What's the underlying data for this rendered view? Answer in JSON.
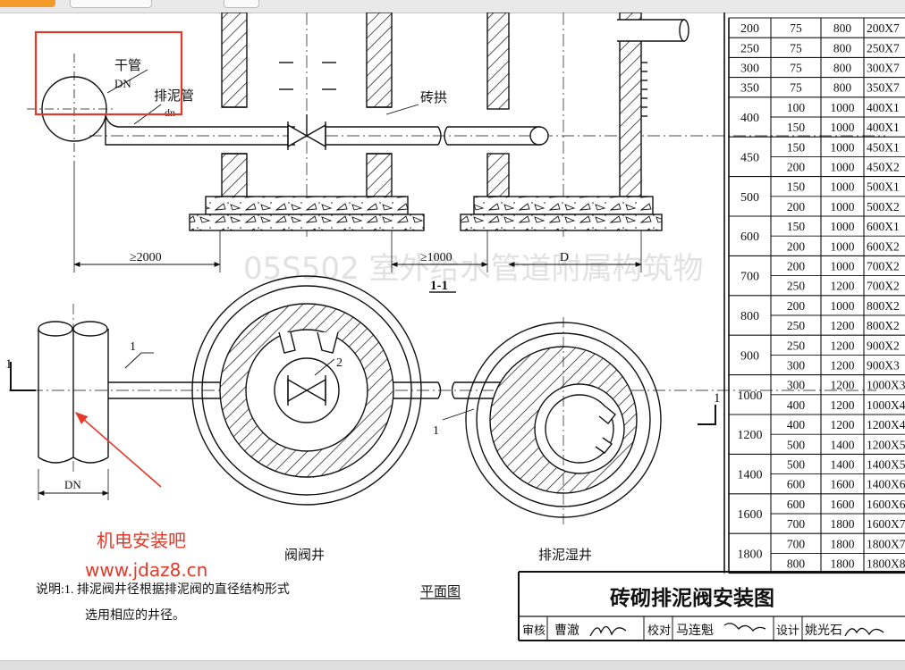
{
  "drawing": {
    "title": "砖砌排泥阀安装图",
    "watermark": "05S502  室外给水管道附属构筑物",
    "section_label": "1-1",
    "plan_label": "平面图",
    "labels": {
      "main_pipe": "干管",
      "main_pipe_dn": "DN",
      "drain_pipe": "排泥管",
      "drain_pipe_dn": "dn",
      "brick_arch": "砖拱",
      "dim_2000": "≥2000",
      "dim_1000": "≥1000",
      "dim_d": "D",
      "dim_dn_plan": "DN",
      "section_mark_left": "1",
      "section_mark_right": "1",
      "callout_1_a": "1",
      "callout_1_b": "1",
      "callout_2": "2",
      "valve_well": "阀阀井",
      "drain_well": "排泥湿井"
    },
    "note_line1": "说明:1. 排泥阀井径根据排泥阀的直径结构形式",
    "note_line2": "选用相应的井径。",
    "site_name": "机电安装吧",
    "site_url": "www.jdaz8.cn",
    "title_block": {
      "review_label": "审核",
      "review_name": "曹澈",
      "check_label": "校对",
      "check_name": "马连魁",
      "design_label": "设计",
      "design_name": "姚光石"
    },
    "colors": {
      "line": "#111111",
      "annotation": "#e23a2a",
      "watermark": "#c9c9c9"
    }
  },
  "spec_table": {
    "groups": [
      {
        "DN": "200",
        "rows": [
          [
            "75",
            "800",
            "200X7"
          ]
        ]
      },
      {
        "DN": "250",
        "rows": [
          [
            "75",
            "800",
            "250X7"
          ]
        ]
      },
      {
        "DN": "300",
        "rows": [
          [
            "75",
            "800",
            "300X7"
          ]
        ]
      },
      {
        "DN": "350",
        "rows": [
          [
            "75",
            "800",
            "350X7"
          ]
        ]
      },
      {
        "DN": "400",
        "rows": [
          [
            "100",
            "1000",
            "400X1"
          ],
          [
            "150",
            "1000",
            "400X1"
          ]
        ]
      },
      {
        "DN": "450",
        "rows": [
          [
            "150",
            "1000",
            "450X1"
          ],
          [
            "200",
            "1000",
            "450X2"
          ]
        ]
      },
      {
        "DN": "500",
        "rows": [
          [
            "150",
            "1000",
            "500X1"
          ],
          [
            "200",
            "1000",
            "500X2"
          ]
        ]
      },
      {
        "DN": "600",
        "rows": [
          [
            "150",
            "1000",
            "600X1"
          ],
          [
            "200",
            "1000",
            "600X2"
          ]
        ]
      },
      {
        "DN": "700",
        "rows": [
          [
            "200",
            "1000",
            "700X2"
          ],
          [
            "250",
            "1200",
            "700X2"
          ]
        ]
      },
      {
        "DN": "800",
        "rows": [
          [
            "200",
            "1000",
            "800X2"
          ],
          [
            "250",
            "1200",
            "800X2"
          ]
        ]
      },
      {
        "DN": "900",
        "rows": [
          [
            "250",
            "1200",
            "900X2"
          ],
          [
            "300",
            "1200",
            "900X3"
          ]
        ]
      },
      {
        "DN": "1000",
        "rows": [
          [
            "300",
            "1200",
            "1000X3"
          ],
          [
            "400",
            "1200",
            "1000X4"
          ]
        ]
      },
      {
        "DN": "1200",
        "rows": [
          [
            "400",
            "1200",
            "1200X4"
          ],
          [
            "500",
            "1400",
            "1200X5"
          ]
        ]
      },
      {
        "DN": "1400",
        "rows": [
          [
            "500",
            "1400",
            "1400X5"
          ],
          [
            "600",
            "1600",
            "1400X6"
          ]
        ]
      },
      {
        "DN": "1600",
        "rows": [
          [
            "600",
            "1600",
            "1600X6"
          ],
          [
            "700",
            "1800",
            "1600X7"
          ]
        ]
      },
      {
        "DN": "1800",
        "rows": [
          [
            "700",
            "1800",
            "1800X7"
          ],
          [
            "800",
            "1800",
            "1800X8"
          ]
        ]
      }
    ]
  }
}
